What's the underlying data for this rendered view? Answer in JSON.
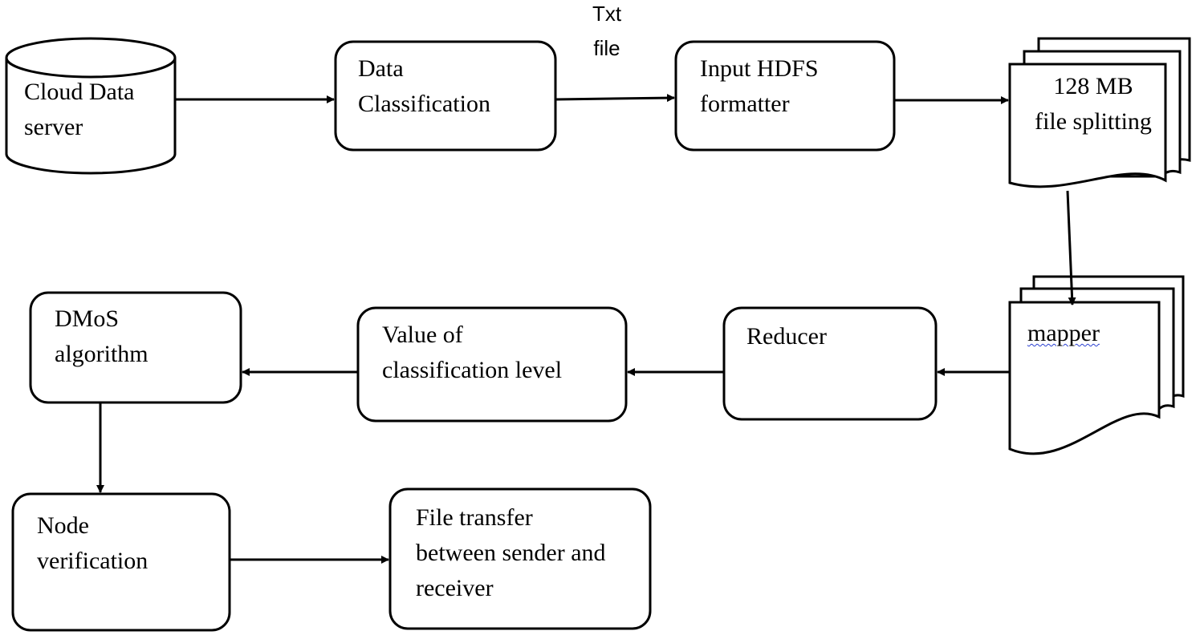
{
  "nodes": {
    "cloud_server": "Cloud Data\nserver",
    "data_classification": "Data\nClassification",
    "hdfs_formatter": "Input HDFS\nformatter",
    "file_splitting": "128 MB\nfile splitting",
    "mapper": "mapper",
    "reducer": "Reducer",
    "classification_value": "Value of\nclassification level",
    "dmos": "DMoS\nalgorithm",
    "node_verification": "Node\nverification",
    "file_transfer": "File transfer\nbetween sender and\nreceiver"
  },
  "edges": {
    "classification_to_formatter": "Txt\nfile"
  }
}
